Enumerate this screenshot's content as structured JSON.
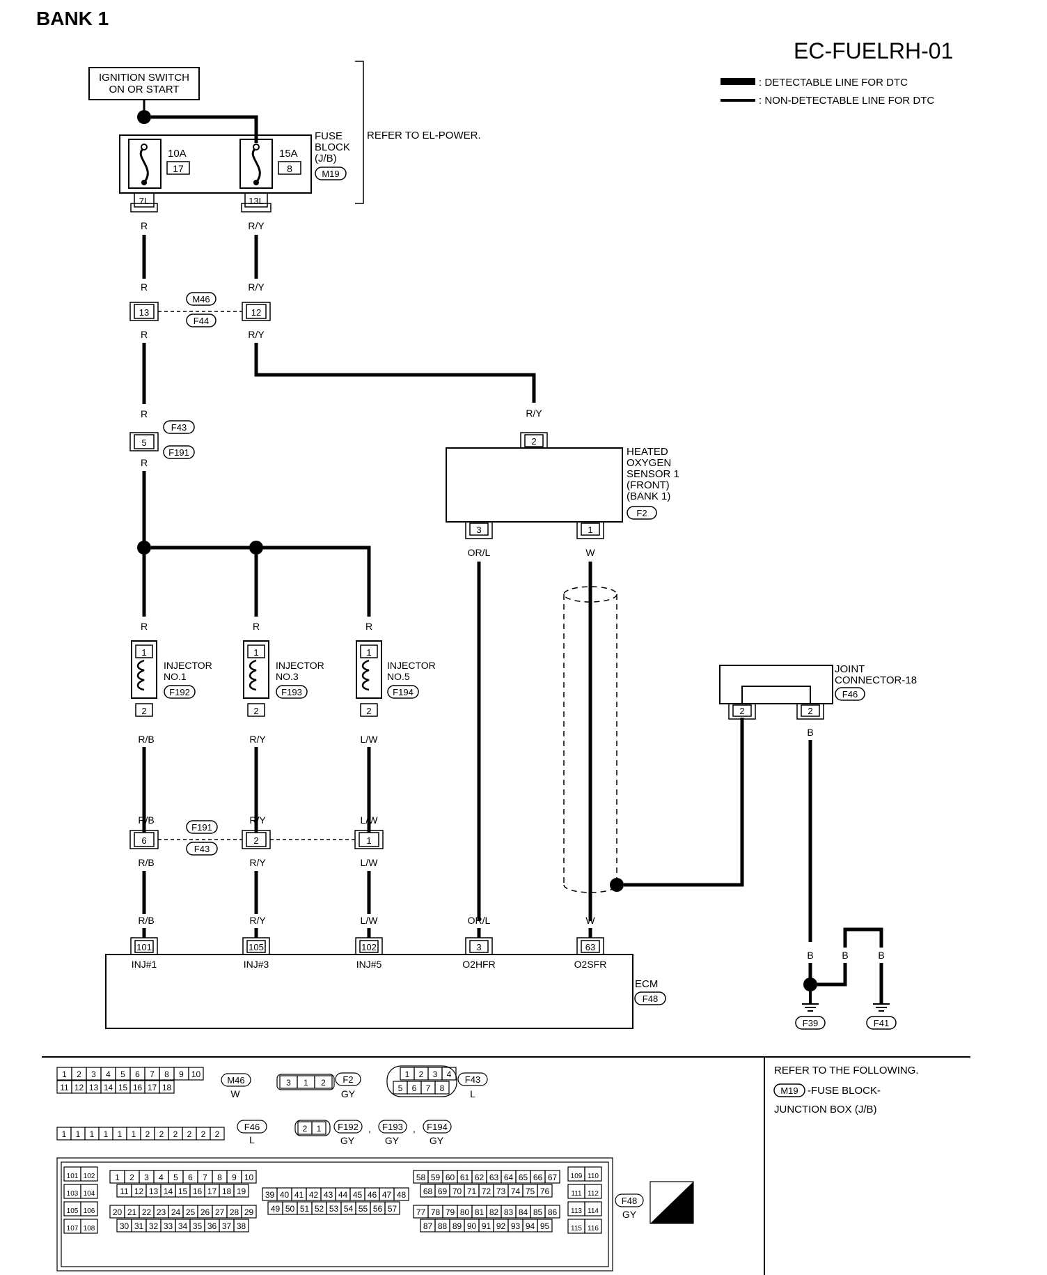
{
  "header": {
    "bank": "BANK 1",
    "code": "EC-FUELRH-01"
  },
  "legend": {
    "detectable": ": DETECTABLE LINE FOR DTC",
    "non_detectable": ": NON-DETECTABLE LINE FOR DTC"
  },
  "ignition": {
    "line1": "IGNITION SWITCH",
    "line2": "ON OR START"
  },
  "fuse_block": {
    "label": [
      "FUSE",
      "BLOCK",
      "(J/B)"
    ],
    "conn": "M19",
    "fuse1": {
      "amp": "10A",
      "num": "17",
      "term": "7L"
    },
    "fuse2": {
      "amp": "15A",
      "num": "8",
      "term": "13L"
    },
    "refer": "REFER TO EL-POWER."
  },
  "wires": {
    "R": "R",
    "RY": "R/Y",
    "RB": "R/B",
    "LW": "L/W",
    "ORL": "OR/L",
    "W": "W",
    "B": "B"
  },
  "conn_m46_f44": {
    "top": "M46",
    "bottom": "F44",
    "pin_left": "13",
    "pin_right": "12"
  },
  "conn_f43_f191": {
    "top": "F43",
    "bottom": "F191",
    "pin": "5"
  },
  "conn_f191_f43": {
    "top": "F191",
    "bottom": "F43",
    "pin_a": "6",
    "pin_b": "2",
    "pin_c": "1"
  },
  "sensor": {
    "label": [
      "HEATED",
      "OXYGEN",
      "SENSOR 1",
      "(FRONT)",
      "(BANK 1)"
    ],
    "conn": "F2",
    "pin_top": "2",
    "pin_left": "3",
    "pin_right": "1"
  },
  "injectors": [
    {
      "line1": "INJECTOR",
      "line2": "NO.1",
      "conn": "F192",
      "pin_top": "1",
      "pin_bottom": "2"
    },
    {
      "line1": "INJECTOR",
      "line2": "NO.3",
      "conn": "F193",
      "pin_top": "1",
      "pin_bottom": "2"
    },
    {
      "line1": "INJECTOR",
      "line2": "NO.5",
      "conn": "F194",
      "pin_top": "1",
      "pin_bottom": "2"
    }
  ],
  "joint": {
    "line1": "JOINT",
    "line2": "CONNECTOR-18",
    "conn": "F46",
    "pin": "2"
  },
  "ecm": {
    "label": "ECM",
    "conn": "F48",
    "terminals": [
      {
        "pin": "101",
        "name": "INJ#1"
      },
      {
        "pin": "105",
        "name": "INJ#3"
      },
      {
        "pin": "102",
        "name": "INJ#5"
      },
      {
        "pin": "3",
        "name": "O2HFR"
      },
      {
        "pin": "63",
        "name": "O2SFR"
      }
    ]
  },
  "grounds": [
    "F39",
    "F41"
  ],
  "refer_box": {
    "line1": "REFER TO THE FOLLOWING.",
    "conn": "M19",
    "line2": "-FUSE BLOCK-",
    "line3": "JUNCTION BOX (J/B)"
  },
  "connector_views": {
    "m46": {
      "row1": [
        "1",
        "2",
        "3",
        "4",
        "5",
        "6",
        "7",
        "8",
        "9",
        "10"
      ],
      "row2": [
        "11",
        "12",
        "13",
        "14",
        "15",
        "16",
        "17",
        "18"
      ],
      "id": "M46",
      "color": "W"
    },
    "f2": {
      "pins": [
        "3",
        "1",
        "2"
      ],
      "id": "F2",
      "color": "GY"
    },
    "f43": {
      "row1": [
        "1",
        "2",
        "3",
        "4"
      ],
      "row2": [
        "5",
        "6",
        "7",
        "8"
      ],
      "id": "F43",
      "color": "L"
    },
    "f46": {
      "pins": [
        "1",
        "1",
        "1",
        "1",
        "1",
        "1",
        "2",
        "2",
        "2",
        "2",
        "2",
        "2"
      ],
      "id": "F46",
      "color": "L"
    },
    "inj": {
      "pins": [
        "2",
        "1"
      ],
      "ids": [
        "F192",
        "F193",
        "F194"
      ],
      "color": "GY",
      "sep": ","
    },
    "f48": {
      "left_block": [
        [
          "101",
          "102"
        ],
        [
          "103",
          "104"
        ],
        [
          "105",
          "106"
        ],
        [
          "107",
          "108"
        ]
      ],
      "a1": [
        "1",
        "2",
        "3",
        "4",
        "5",
        "6",
        "7",
        "8",
        "9",
        "10"
      ],
      "a2": [
        "11",
        "12",
        "13",
        "14",
        "15",
        "16",
        "17",
        "18",
        "19"
      ],
      "a3": [
        "20",
        "21",
        "22",
        "23",
        "24",
        "25",
        "26",
        "27",
        "28",
        "29"
      ],
      "a4": [
        "30",
        "31",
        "32",
        "33",
        "34",
        "35",
        "36",
        "37",
        "38"
      ],
      "b1": [
        "39",
        "40",
        "41",
        "42",
        "43",
        "44",
        "45",
        "46",
        "47",
        "48"
      ],
      "b2": [
        "49",
        "50",
        "51",
        "52",
        "53",
        "54",
        "55",
        "56",
        "57"
      ],
      "c1": [
        "58",
        "59",
        "60",
        "61",
        "62",
        "63",
        "64",
        "65",
        "66",
        "67"
      ],
      "c2": [
        "68",
        "69",
        "70",
        "71",
        "72",
        "73",
        "74",
        "75",
        "76"
      ],
      "c3": [
        "77",
        "78",
        "79",
        "80",
        "81",
        "82",
        "83",
        "84",
        "85",
        "86"
      ],
      "c4": [
        "87",
        "88",
        "89",
        "90",
        "91",
        "92",
        "93",
        "94",
        "95"
      ],
      "right_block": [
        [
          "109",
          "110"
        ],
        [
          "111",
          "112"
        ],
        [
          "113",
          "114"
        ],
        [
          "115",
          "116"
        ]
      ],
      "id": "F48",
      "color": "GY",
      "hs": "H.S."
    }
  }
}
